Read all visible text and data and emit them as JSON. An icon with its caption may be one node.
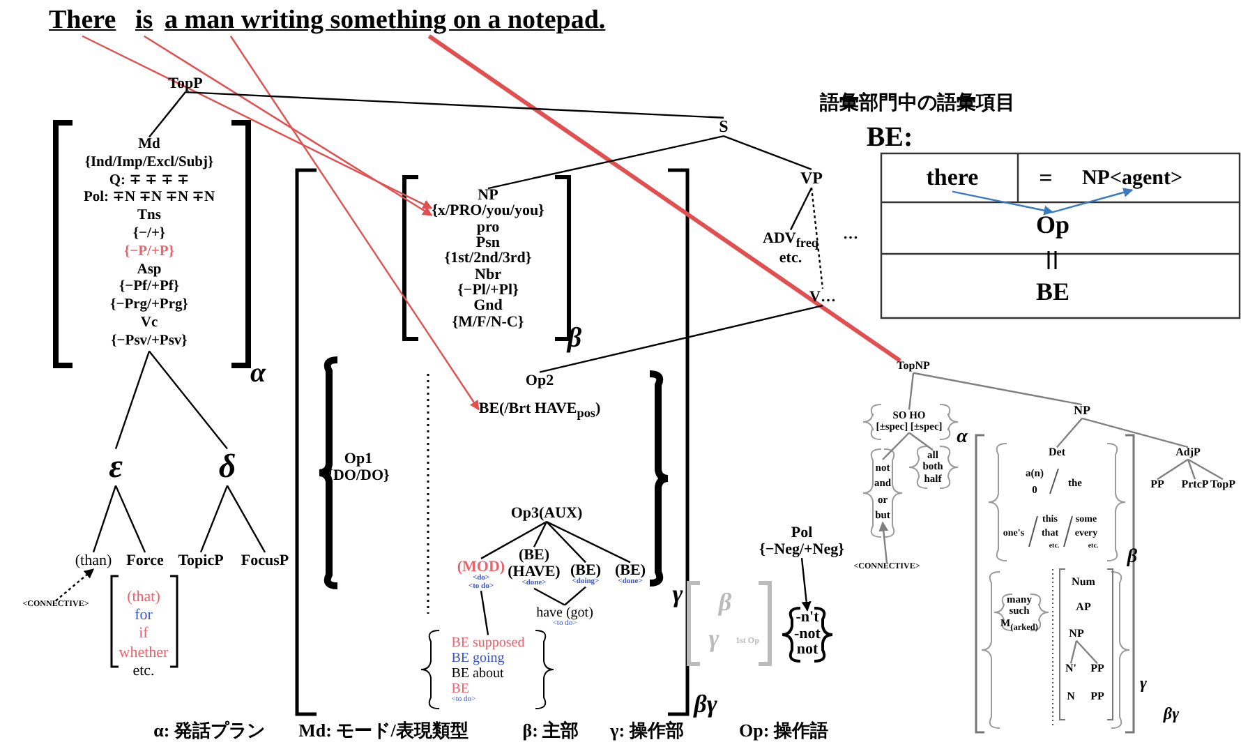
{
  "diagram": {
    "nodes": [
      {
        "text": [
          "There"
        ]
      },
      {
        "text": [
          "is"
        ]
      },
      {
        "text": [
          "a man writing something on a notepad."
        ]
      },
      {
        "text": [
          "TopP"
        ]
      },
      {
        "text": [
          "Md",
          "{Ind/Imp/Excl/Subj}",
          "Q: ∓ ∓ ∓ ∓",
          "Pol: ∓N ∓N ∓N ∓N",
          "Tns",
          "{−/+}",
          "{−P/+P}",
          "Asp",
          "{−Pf/+Pf}",
          "{−Prg/+Prg}",
          "Vc",
          "{−Psv/+Psv}"
        ]
      },
      {
        "text": [
          "ε"
        ]
      },
      {
        "text": [
          "δ"
        ]
      },
      {
        "text": [
          "(than)"
        ]
      },
      {
        "text": [
          "Force"
        ]
      },
      {
        "text": [
          "TopicP"
        ]
      },
      {
        "text": [
          "FocusP"
        ]
      },
      {
        "text": [
          "<CONNECTIVE>"
        ]
      },
      {
        "text": [
          "(that)",
          "for",
          "if",
          "whether",
          "etc."
        ]
      },
      {
        "text": [
          "S"
        ]
      },
      {
        "text": [
          "NP",
          "{x/PRO/you/you}",
          "pro",
          "Psn",
          "{1st/2nd/3rd}",
          "Nbr",
          "{−Pl/+Pl}",
          "Gnd",
          "{M/F/N-C}"
        ]
      },
      {
        "text": [
          "VP"
        ]
      },
      {
        "text": [
          "ADV$_{freq}$",
          "etc."
        ]
      },
      {
        "text": [
          "V…"
        ]
      },
      {
        "text": [
          "Op2",
          "BE(/Brt HAVE$_{pos}$)"
        ]
      },
      {
        "text": [
          "Op1",
          "{DO/DO}"
        ]
      },
      {
        "text": [
          "Op3(AUX)"
        ]
      },
      {
        "text": [
          "(MOD)"
        ],
        "beside": [
          "<do>",
          "<to do>"
        ]
      },
      {
        "text": [
          "(BE)",
          "(HAVE)"
        ],
        "beside": [
          "<done>"
        ]
      },
      {
        "text": [
          "(BE)"
        ],
        "beside": [
          "<doing>"
        ]
      },
      {
        "text": [
          "(BE)"
        ],
        "beside": [
          "<done>"
        ]
      },
      {
        "text": [
          "have (got)"
        ],
        "beside": [
          "<to do>"
        ]
      },
      {
        "text": [
          "BE supposed",
          "BE going",
          "BE about",
          "BE"
        ],
        "beside": [
          "<to do>"
        ]
      },
      {
        "text": [
          "Pol",
          "{−Neg/+Neg}"
        ]
      },
      {
        "text": [
          "-n't",
          "-not",
          "not"
        ]
      },
      {
        "text": [
          "there"
        ]
      },
      {
        "text": [
          "NP<agent>"
        ]
      },
      {
        "text": [
          "Op"
        ]
      },
      {
        "text": [
          "BE"
        ]
      },
      {
        "text": [
          "TopNP"
        ]
      },
      {
        "text": [
          "SO HO",
          "[±spec] [±spec]"
        ]
      },
      {
        "text": [
          "not",
          "and",
          "or",
          "but"
        ]
      },
      {
        "text": [
          "all",
          "both",
          "half"
        ]
      },
      {
        "text": [
          "<CONNECTIVE>"
        ]
      },
      {
        "text": [
          "NP"
        ]
      },
      {
        "text": [
          "Det"
        ]
      },
      {
        "text": [
          "AdjP"
        ]
      },
      {
        "text": [
          "PP"
        ]
      },
      {
        "text": [
          "PrtcP"
        ]
      },
      {
        "text": [
          "TopP"
        ]
      },
      {
        "text": [
          "many",
          "such",
          "M$_{(arked)}$"
        ]
      },
      {
        "text": [
          "Num"
        ]
      },
      {
        "text": [
          "AP"
        ]
      },
      {
        "text": [
          "NP"
        ]
      },
      {
        "text": [
          "N'"
        ]
      },
      {
        "text": [
          "PP"
        ]
      },
      {
        "text": [
          "N"
        ]
      },
      {
        "text": [
          "PP"
        ]
      }
    ],
    "edges": [
      {
        "from": 0,
        "to": 14,
        "arrow": "to",
        "color": "#e05050"
      },
      {
        "from": 1,
        "to": 14,
        "arrow": "to",
        "color": "#e05050"
      },
      {
        "from": 2,
        "to": 18,
        "arrow": "to",
        "color": "#e05050"
      },
      {
        "from": 2,
        "to": 33,
        "arrow": "none",
        "style": "thick",
        "color": "#e05050"
      },
      {
        "from": 3,
        "to": 4,
        "arrow": "none"
      },
      {
        "from": 3,
        "to": 13,
        "arrow": "none"
      },
      {
        "from": 13,
        "to": 14,
        "arrow": "none"
      },
      {
        "from": 13,
        "to": 15,
        "arrow": "none"
      },
      {
        "from": 15,
        "to": 16,
        "arrow": "none"
      },
      {
        "from": 15,
        "to": 17,
        "arrow": "none",
        "style": "dashed"
      },
      {
        "from": 17,
        "to": 18,
        "arrow": "none"
      },
      {
        "from": 4,
        "to": 5,
        "arrow": "none"
      },
      {
        "from": 4,
        "to": 6,
        "arrow": "none"
      },
      {
        "from": 5,
        "to": 7,
        "arrow": "none"
      },
      {
        "from": 5,
        "to": 8,
        "arrow": "none"
      },
      {
        "from": 6,
        "to": 9,
        "arrow": "none"
      },
      {
        "from": 6,
        "to": 10,
        "arrow": "none"
      },
      {
        "from": 11,
        "to": 7,
        "arrow": "to",
        "style": "dashed"
      },
      {
        "from": 20,
        "to": 21,
        "arrow": "none"
      },
      {
        "from": 20,
        "to": 22,
        "arrow": "none"
      },
      {
        "from": 20,
        "to": 23,
        "arrow": "none"
      },
      {
        "from": 20,
        "to": 24,
        "arrow": "none"
      },
      {
        "from": 21,
        "to": 26,
        "arrow": "none"
      },
      {
        "from": 22,
        "to": 25,
        "arrow": "none"
      },
      {
        "from": 23,
        "to": 25,
        "arrow": "none"
      },
      {
        "from": 27,
        "to": 28,
        "arrow": "to"
      },
      {
        "from": 29,
        "to": 31,
        "arrow": "to",
        "color": "#3a7abf"
      },
      {
        "from": 31,
        "to": 30,
        "arrow": "to",
        "color": "#3a7abf"
      },
      {
        "from": 33,
        "to": 34,
        "arrow": "none",
        "color": "#808080"
      },
      {
        "from": 33,
        "to": 38,
        "arrow": "none",
        "color": "#808080"
      },
      {
        "from": 34,
        "to": 35,
        "arrow": "none",
        "color": "#808080"
      },
      {
        "from": 34,
        "to": 36,
        "arrow": "none",
        "color": "#808080"
      },
      {
        "from": 37,
        "to": 35,
        "arrow": "to",
        "color": "#808080"
      },
      {
        "from": 38,
        "to": 39,
        "arrow": "none",
        "color": "#808080"
      },
      {
        "from": 38,
        "to": 40,
        "arrow": "none",
        "color": "#808080"
      },
      {
        "from": 40,
        "to": 41,
        "arrow": "none",
        "color": "#808080"
      },
      {
        "from": 40,
        "to": 42,
        "arrow": "none",
        "color": "#808080"
      },
      {
        "from": 40,
        "to": 43,
        "arrow": "none",
        "color": "#808080"
      },
      {
        "from": 47,
        "to": 48,
        "arrow": "none",
        "color": "#808080"
      },
      {
        "from": 47,
        "to": 49,
        "arrow": "none",
        "color": "#808080"
      }
    ],
    "labels": [
      "α",
      "β",
      "γ",
      "βγ",
      "…",
      "β",
      "γ",
      "1st Op",
      "=",
      "語彙部門中の語彙項目",
      "BE:",
      "α",
      "a(n)",
      "0",
      "the",
      "one's",
      "this",
      "that",
      "etc.",
      "some",
      "every",
      "etc.",
      "β",
      "γ",
      "βγ",
      "α: 発話プラン",
      "Md: モード/表現類型",
      "β: 主部",
      "γ: 操作部",
      "Op: 操作語"
    ]
  }
}
